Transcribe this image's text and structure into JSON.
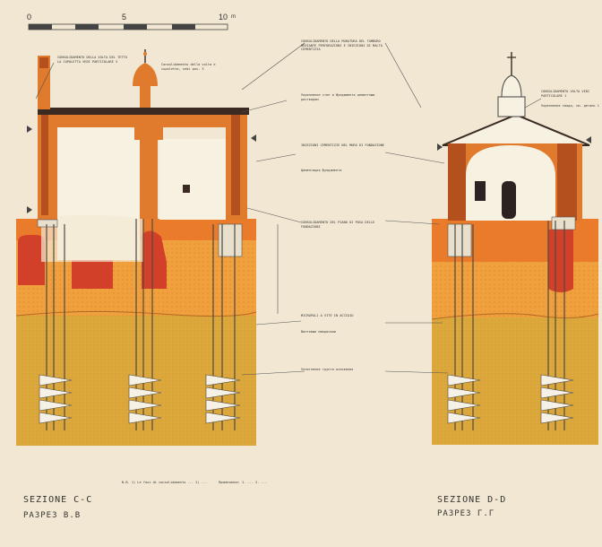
{
  "scale": {
    "ticks": [
      "0",
      "5",
      "10"
    ],
    "unit": "m"
  },
  "section_left": {
    "title": "SEZIONE  C-C",
    "subtitle": "РАЗРЕЗ В.В"
  },
  "section_right": {
    "title": "SEZIONE  D-D",
    "subtitle": "РАЗРЕЗ Г.Г"
  },
  "callouts": [
    "CONSOLIDAMENTO DELLA VOLTA DEL TETTO LA CUPOLETTA VEDI PARTICOLARE 3",
    "Consolidamento della volta e cupoletta, vedi pos. 3",
    "CONSOLIDAMENTO DELLA MURATURA DEL TAMBURO MEDIANTE PERFORAZIONI E INIEZIONI DI MALTA CEMENTIZIA",
    "Укрепление стен и фундамента цементным раствором",
    "INIEZIONI CEMENTIZIE NEL MURO DI FONDAZIONE",
    "Цементация фундамента",
    "CONSOLIDAMENTO DEL PIANO DI POSA DELLE FONDAZIONI",
    "MICROPALI A VITE IN ACCIAIO",
    "Винтовые микросваи",
    "Уплотнение грунта основания",
    "CONSOLIDAMENTO VOLTA VEDI PARTICOLARE 1",
    "Укрепление свода, см. деталь 1"
  ],
  "legend_left": "N.B.  1) Le fasi di consolidamento ... 2) ...",
  "legend_mid": "Примечание: 1. ... 2. ...",
  "colors": {
    "paper": "#f1e7d2",
    "wall": "#e07a2c",
    "wall_dark": "#b4501e",
    "roof": "#3a2a22",
    "soil_upper": "#e97b2a",
    "soil_mid": "#f0a43a",
    "soil_lower": "#d8a53a",
    "red_fill": "#d2402a",
    "line": "#444444"
  }
}
